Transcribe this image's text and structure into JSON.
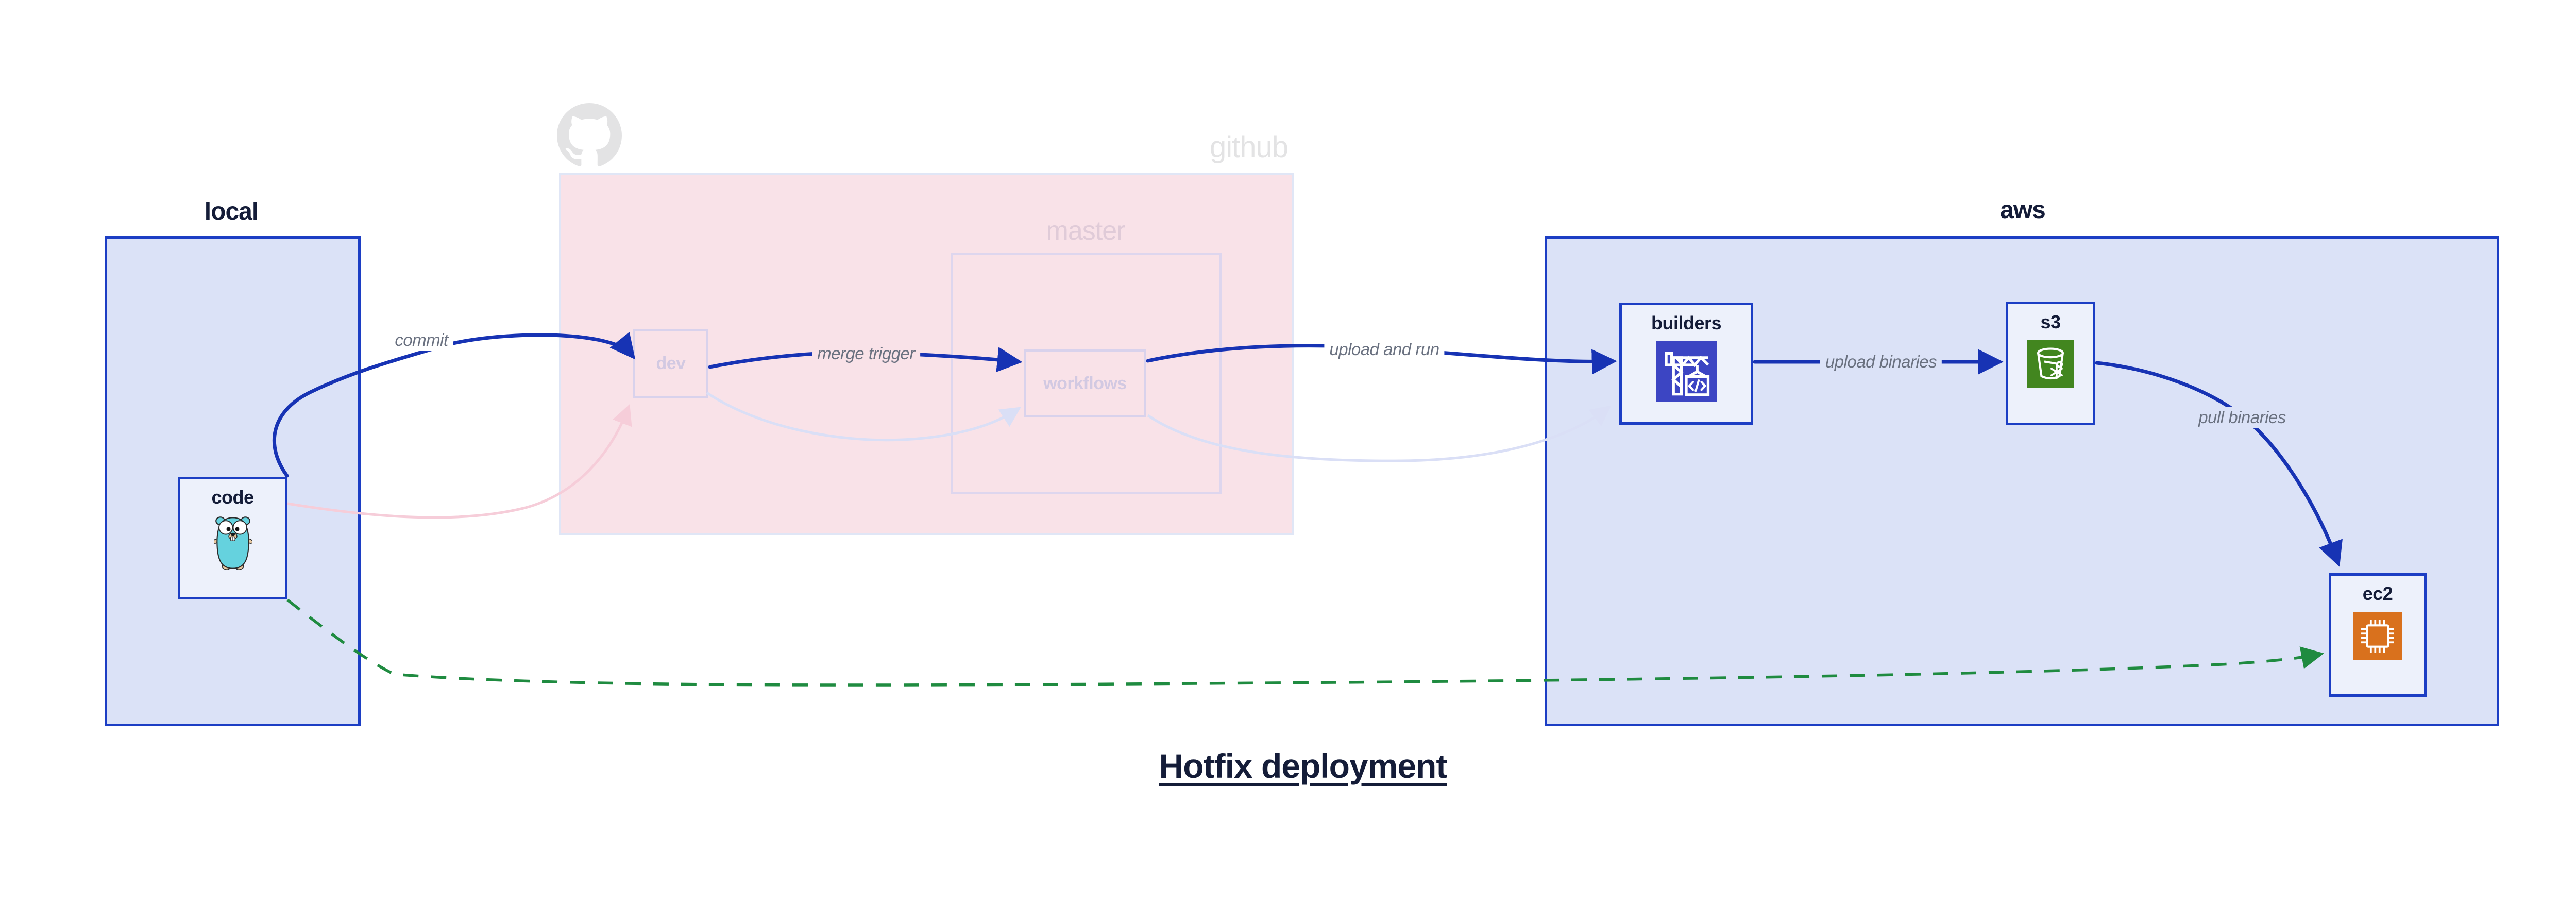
{
  "title": "Hotfix deployment",
  "groups": {
    "local": {
      "label": "local"
    },
    "github": {
      "label": "github"
    },
    "master": {
      "label": "master"
    },
    "aws": {
      "label": "aws"
    }
  },
  "nodes": {
    "code": {
      "label": "code"
    },
    "dev": {
      "label": "dev"
    },
    "workflows": {
      "label": "workflows"
    },
    "builders": {
      "label": "builders"
    },
    "s3": {
      "label": "s3"
    },
    "ec2": {
      "label": "ec2"
    }
  },
  "edges": {
    "commit": {
      "label": "commit"
    },
    "merge_trigger": {
      "label": "merge trigger"
    },
    "upload_and_run": {
      "label": "upload and run"
    },
    "upload_binaries": {
      "label": "upload binaries"
    },
    "pull_binaries": {
      "label": "pull binaries"
    }
  },
  "icons": {
    "octocat": "github-octocat-icon",
    "gopher": "go-gopher-icon",
    "crane": "codebuild-crane-icon",
    "bucket": "s3-glacier-bucket-icon",
    "chip": "ec2-chip-icon"
  },
  "colors": {
    "canvas": "#ffffff",
    "primary_blue": "#1733b4",
    "box_border_blue": "#1c3ec4",
    "container_fill": "#dbe2f7",
    "node_fill": "#edf1fb",
    "github_fill": "#f9e2e8",
    "github_border": "#e0e6f6",
    "master_border": "#ded6ee",
    "master_label": "#e0cbd8",
    "faded_border": "#d9d2ec",
    "faded_label": "#d2c9e2",
    "faded_lavender": "#dadff6",
    "faded_pink": "#f6cdd9",
    "muted_gray": "#e3e3e4",
    "edge_label": "#6a7180",
    "green": "#1f8b40",
    "dark_text": "#141c38",
    "builders_icon_bg": "#3c45c3",
    "s3_icon_bg": "#42861f",
    "ec2_icon_bg": "#d9711d",
    "gopher_teal": "#65d2de",
    "gopher_skin": "#e9c9a0",
    "outline_dark": "#2b2b2b"
  }
}
